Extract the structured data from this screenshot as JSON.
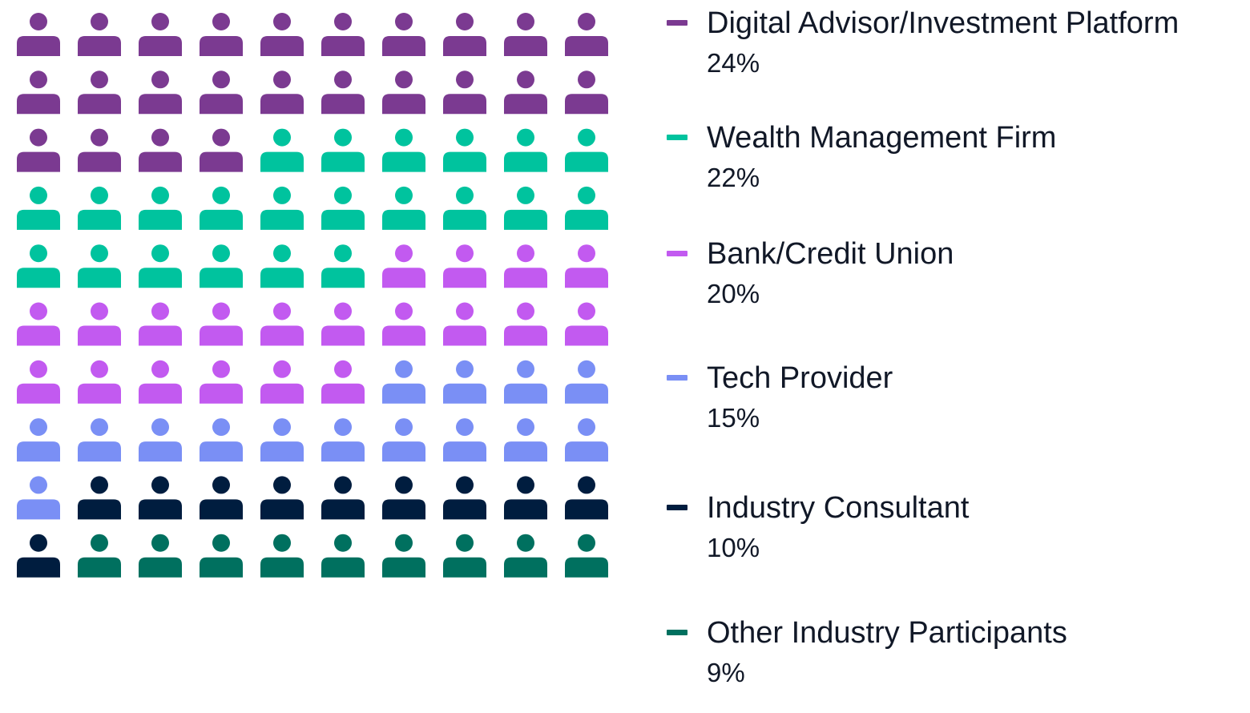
{
  "chart_data": {
    "type": "waffle",
    "total_icons": 100,
    "grid": {
      "rows": 10,
      "columns": 10
    },
    "icon": "person-icon",
    "categories": [
      "Digital Advisor/Investment Platform",
      "Wealth Management Firm",
      "Bank/Credit Union",
      "Tech Provider",
      "Industry Consultant",
      "Other Industry Participants"
    ],
    "values": [
      24,
      22,
      20,
      15,
      10,
      9
    ],
    "value_labels": [
      "24%",
      "22%",
      "20%",
      "15%",
      "10%",
      "9%"
    ],
    "colors": [
      "#7b3a91",
      "#00c39e",
      "#c25af0",
      "#7a8ff5",
      "#001d3f",
      "#00705f"
    ],
    "legend_position": "right"
  }
}
